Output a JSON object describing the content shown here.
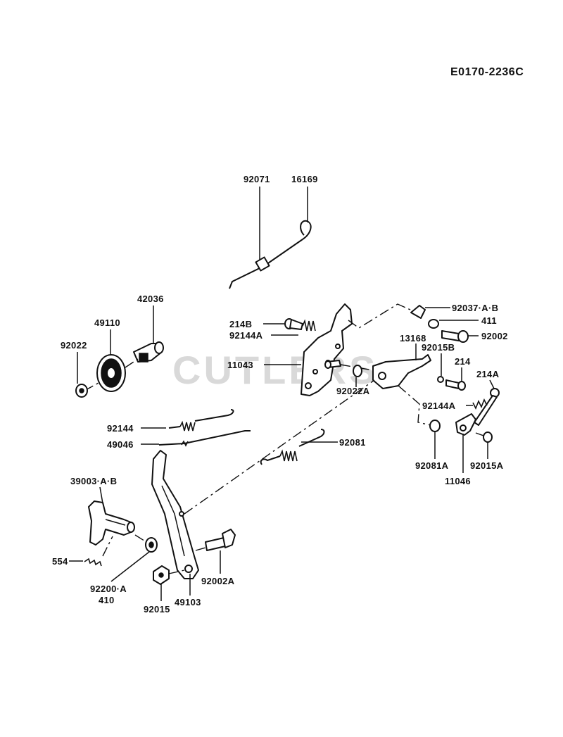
{
  "diagram": {
    "code": "E0170-2236C",
    "watermark": "CUTLERS",
    "labels": {
      "p92071": "92071",
      "p16169": "16169",
      "p42036": "42036",
      "p49110": "49110",
      "p92022": "92022",
      "p214B": "214B",
      "p92144A_top": "92144A",
      "p11043": "11043",
      "p92037AB": "92037·A·B",
      "p411": "411",
      "p92002": "92002",
      "p13168": "13168",
      "p92015B": "92015B",
      "p214": "214",
      "p214A": "214A",
      "p92022A": "92022A",
      "p92144A_right": "92144A",
      "p92144": "92144",
      "p49046": "49046",
      "p92081": "92081",
      "p92081A": "92081A",
      "p92015A": "92015A",
      "p11046": "11046",
      "p39003AB": "39003·A·B",
      "p554": "554",
      "p92200A": "92200·A",
      "p410": "410",
      "p92015": "92015",
      "p49103": "49103",
      "p92002A": "92002A"
    }
  }
}
